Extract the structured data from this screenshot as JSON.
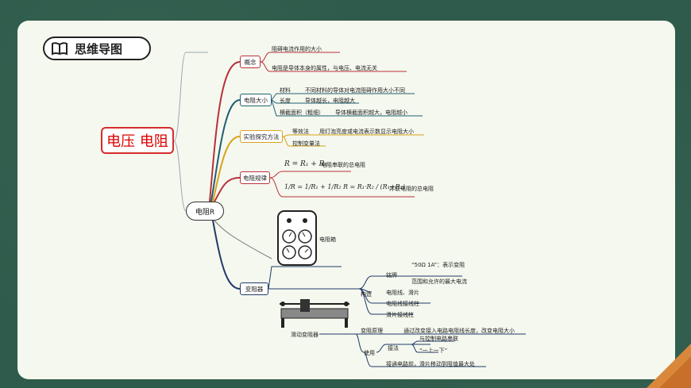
{
  "header": {
    "title": "思维导图"
  },
  "main_topic": "电压 电阻",
  "center": "电阻R",
  "branches": {
    "concept": {
      "label": "概念",
      "items": [
        "阻碍电流作用的大小",
        "电阻是导体本身的属性，与电压、电流无关"
      ]
    },
    "size": {
      "label": "电阻大小",
      "items": [
        {
          "k": "材料",
          "v": "不同材料的导体对电流阻碍作用大小不同"
        },
        {
          "k": "长度",
          "v": "导体越长，电阻越大"
        },
        {
          "k": "横截面积（粗细）",
          "v": "导体横截面积越大，电阻越小"
        }
      ]
    },
    "method": {
      "label": "实验探究方法",
      "items": [
        {
          "k": "等效法",
          "v": "用灯泡亮度或电流表示数显示电阻大小"
        },
        {
          "k": "控制变量法",
          "v": ""
        }
      ]
    },
    "rules": {
      "label": "电阻规律",
      "series_formula": "R = R₁ + R₂",
      "series_note": "电阻串联的总电阻",
      "parallel_formula": "1/R = 1/R₁ + 1/R₂    R = R₁·R₂ / (R₁+R₂)",
      "parallel_note": "并联电阻的总电阻"
    },
    "box_resistor": {
      "label": "电阻箱"
    },
    "rheostat": {
      "label": "变阻器",
      "image_caption": "滑动变阻器",
      "structure": {
        "label": "构造",
        "nameplate": "铭牌",
        "nameplate_desc1": "“50Ω 1A”：表示变阻",
        "nameplate_desc2": "范围和允许的最大电流",
        "parts": [
          "电阻线、滑片",
          "电阻线接线柱",
          "滑片接线柱"
        ]
      },
      "principle": {
        "label": "变阻原理",
        "desc": "通过改变接入电路电阻线长度，改变电阻大小"
      },
      "usage": {
        "label": "使用",
        "connect": "接法",
        "connect_1": "与控制电路串联",
        "connect_2": "“一上一下”",
        "before": "接通电路前，滑片移动到阻值最大处"
      }
    }
  },
  "colors": {
    "board": "#2e5b4b",
    "card": "#f5f8ee",
    "red": "#b8313a",
    "teal": "#1f5f73",
    "gold": "#d8a21c",
    "navy": "#203a6b"
  }
}
